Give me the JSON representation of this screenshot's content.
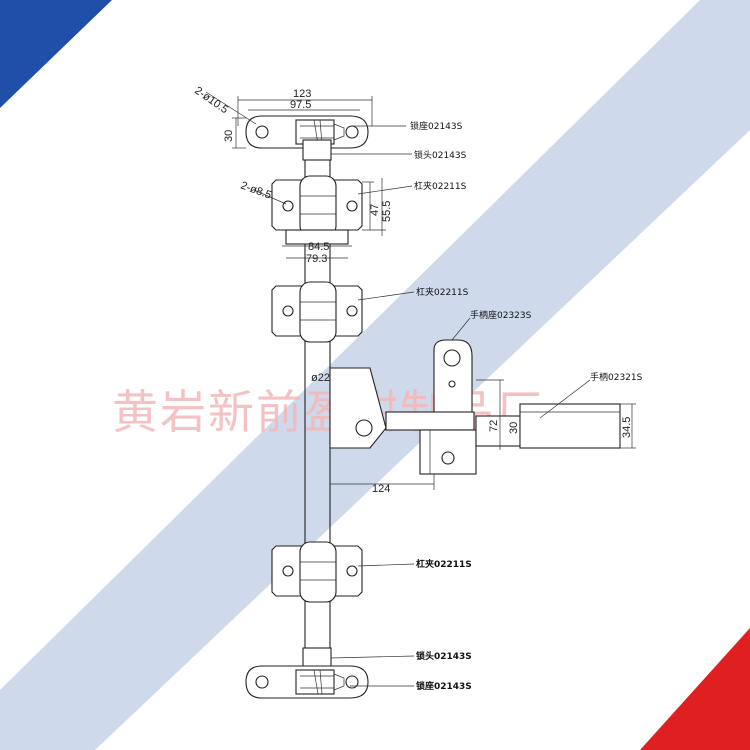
{
  "colors": {
    "band": "#c9d5ea",
    "corner_blue": "#1f4fa8",
    "corner_red": "#e02020",
    "watermark": "#f3b8b8",
    "line": "#222222"
  },
  "watermark": "黄岩新前盈钳制品厂",
  "labels": {
    "lock_seat_top": "锁座02143S",
    "lock_head_top": "锁头02143S",
    "clamp_1": "杠夹02211S",
    "clamp_2": "杠夹02211S",
    "handle_seat": "手柄座02323S",
    "handle": "手柄02321S",
    "clamp_3": "杠夹02211S",
    "lock_head_bottom": "锁头02143S",
    "lock_seat_bottom": "锁座02143S"
  },
  "dimensions": {
    "seat_holes": "2-ø10.5",
    "seat_width_outer": "123",
    "seat_width_inner": "97.5",
    "seat_height": "30",
    "clamp_holes": "2-ø8.5",
    "clamp_h1": "47",
    "clamp_h2": "55.5",
    "clamp_w1": "84.5",
    "clamp_w2": "79.3",
    "bar_diameter": "ø22",
    "handle_h1": "72",
    "handle_h2": "30",
    "handle_end": "34.5",
    "handle_offset": "124"
  }
}
